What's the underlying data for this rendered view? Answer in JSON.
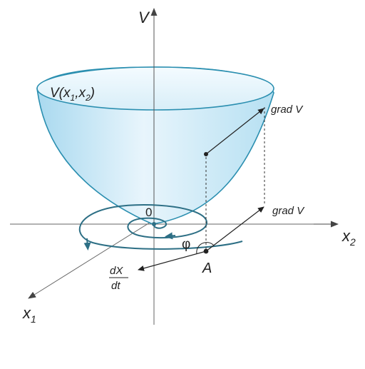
{
  "diagram": {
    "labels": {
      "axis_v": "V",
      "axis_x1_base": "x",
      "axis_x1_sub": "1",
      "axis_x2_base": "x",
      "axis_x2_sub": "2",
      "surface_fn_open": "V(",
      "surface_fn_x1": "x",
      "surface_fn_sub1": "1",
      "surface_fn_comma": ",",
      "surface_fn_x2": "x",
      "surface_fn_sub2": "2",
      "surface_fn_close": ")",
      "grad_upper": "grad V",
      "grad_lower": "grad V",
      "origin": "0",
      "angle": "φ",
      "point": "A",
      "velocity_num": "dX",
      "velocity_den": "dt"
    },
    "colors": {
      "bowl_fill": "#cfe9f6",
      "bowl_stroke": "#2b8fb0",
      "spiral": "#2d6f85",
      "axes": "#555555",
      "arrows": "#222222",
      "text": "#222222"
    }
  }
}
